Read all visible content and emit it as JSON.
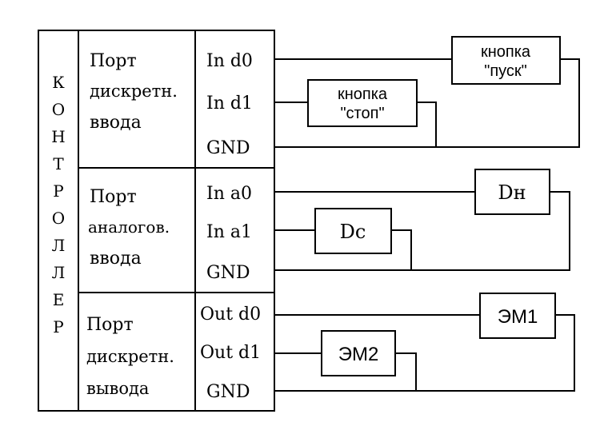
{
  "controller": {
    "label_letters": [
      "К",
      "О",
      "Н",
      "Т",
      "Р",
      "О",
      "Л",
      "Л",
      "Е",
      "Р"
    ]
  },
  "ports": [
    {
      "name_lines": [
        "Порт",
        "дискретн.",
        "ввода"
      ],
      "pins": [
        "In d0",
        "In d1",
        "GND"
      ]
    },
    {
      "name_lines": [
        "Порт",
        "аналогов.",
        "ввода"
      ],
      "pins": [
        "In a0",
        "In a1",
        "GND"
      ]
    },
    {
      "name_lines": [
        "Порт",
        "дискретн.",
        "вывода"
      ],
      "pins": [
        "Out d0",
        "Out d1",
        "GND"
      ]
    }
  ],
  "devices": {
    "start_button": [
      "кнопка",
      "\"пуск\""
    ],
    "stop_button": [
      "кнопка",
      "\"стоп\""
    ],
    "dn": "Dн",
    "dc": "Dс",
    "em1": "ЭМ1",
    "em2": "ЭМ2"
  }
}
